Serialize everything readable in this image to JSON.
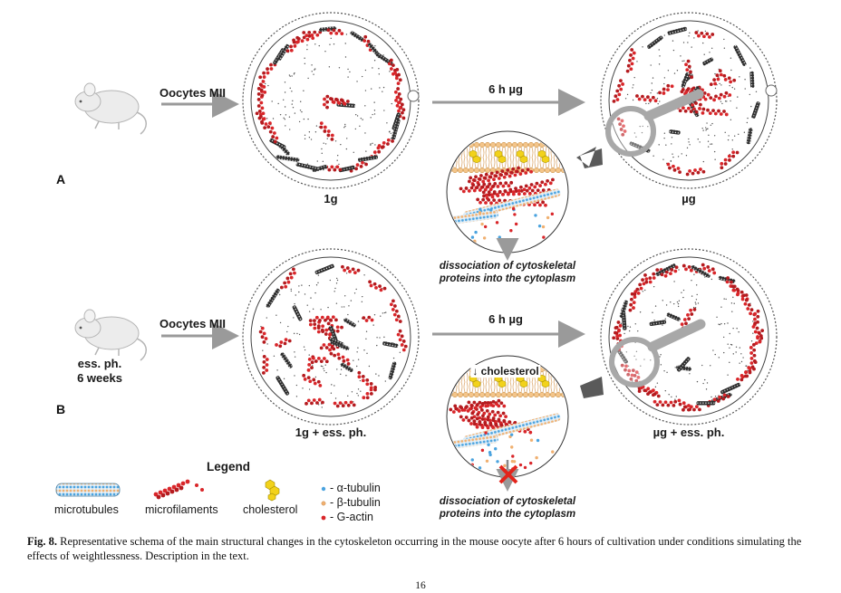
{
  "panels": {
    "a": "A",
    "b": "B"
  },
  "row_a": {
    "source_label": "Oocytes MII",
    "arrow_label": "6 h µg",
    "left_cell_label": "1g",
    "right_cell_label": "µg",
    "membrane_caption": "dissociation of cytoskeletal proteins into the cytoplasm",
    "membrane_caption_line1": "dissociation of cytoskeletal",
    "membrane_caption_line2": "proteins into the cytoplasm"
  },
  "row_b": {
    "mouse_label_line1": "ess. ph.",
    "mouse_label_line2": "6 weeks",
    "source_label": "Oocytes MII",
    "arrow_label": "6 h µg",
    "left_cell_label": "1g + ess. ph.",
    "right_cell_label": "µg + ess. ph.",
    "cholesterol_note": "↓ cholesterol",
    "membrane_caption_line1": "dissociation of cytoskeletal",
    "membrane_caption_line2": "proteins into the cytoplasm"
  },
  "legend": {
    "title": "Legend",
    "microtubules": "microtubules",
    "microfilaments": "microfilaments",
    "cholesterol": "cholesterol",
    "alpha_tubulin": "- α-tubulin",
    "beta_tubulin": "- β-tubulin",
    "g_actin": "- G-actin"
  },
  "caption": {
    "fig_label": "Fig. 8.",
    "text": "Representative schema of the main structural changes in the cytoskeleton occurring in the mouse oocyte after 6 hours of cultivation under conditions simulating the effects of weightlessness. Description in the text."
  },
  "page_number": "16",
  "colors": {
    "microfilament": "#d9262a",
    "microtubule": "#2b2b2b",
    "arrow": "#9a9a9a",
    "magnifier": "#a8a8a8",
    "membrane_head": "#f4c58a",
    "cholesterol": "#f2d21b",
    "alpha_tubulin": "#4aa3df",
    "beta_tubulin": "#f0b070",
    "cross": "#e3241b"
  }
}
